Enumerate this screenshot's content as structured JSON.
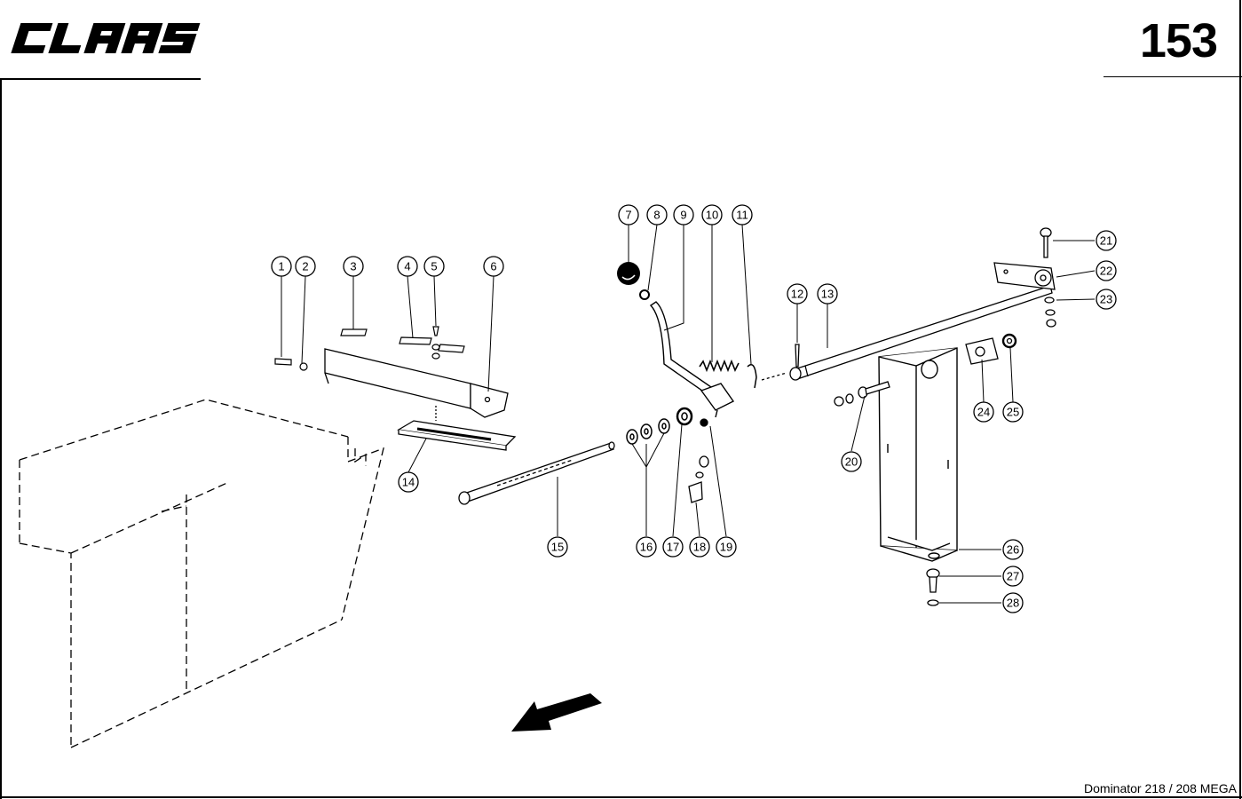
{
  "header": {
    "brand_logo": "CLAAS",
    "page_number": "153"
  },
  "footer": {
    "model": "Dominator 218 / 208 MEGA"
  },
  "diagram": {
    "direction_arrow_icon": "arrow-down-left-icon",
    "callouts": [
      "1",
      "2",
      "3",
      "4",
      "5",
      "6",
      "7",
      "8",
      "9",
      "10",
      "11",
      "12",
      "13",
      "14",
      "15",
      "16",
      "17",
      "18",
      "19",
      "20",
      "21",
      "22",
      "23",
      "24",
      "25",
      "26",
      "27",
      "28"
    ]
  }
}
